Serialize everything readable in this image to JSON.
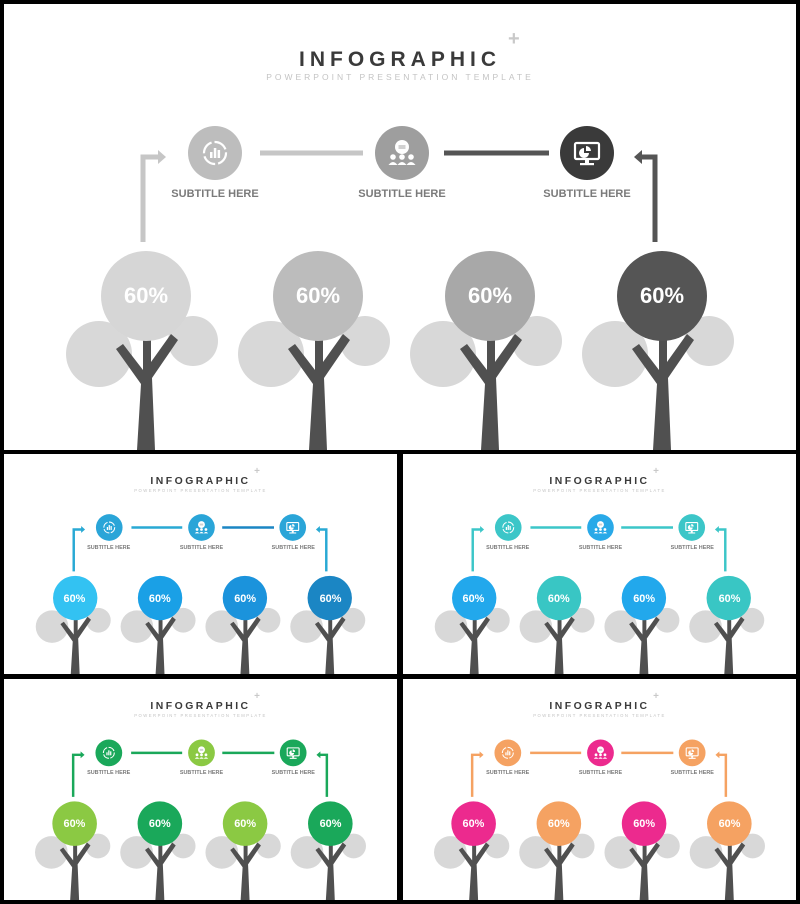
{
  "title": "INFOGRAPHIC",
  "subtitle": "POWERPOINT PRESENTATION TEMPLATE",
  "plus": "+",
  "subtitle_labels": [
    "SUBTITLE HERE",
    "SUBTITLE HERE",
    "SUBTITLE HERE"
  ],
  "icons": [
    "chart-cycle-icon",
    "team-icon",
    "monitor-pie-icon"
  ],
  "tree_values": [
    "60%",
    "60%",
    "60%",
    "60%"
  ],
  "slides": [
    {
      "name": "grayscale",
      "line_colors": [
        "#c6c6c6",
        "#c6c6c6",
        "#555555",
        "#555555"
      ],
      "icon_colors": [
        "#bdbdbd",
        "#9e9e9e",
        "#3a3a3a"
      ],
      "circle_colors": [
        "#d6d6d6",
        "#bcbcbc",
        "#a8a8a8",
        "#555555"
      ]
    },
    {
      "name": "blue",
      "line_colors": [
        "#29a9d4",
        "#29a9d4",
        "#1b86c4",
        "#29a9d4"
      ],
      "icon_colors": [
        "#2aa5d8",
        "#2aa5d8",
        "#2aa5d8"
      ],
      "circle_colors": [
        "#33c2f2",
        "#1aa0e6",
        "#1b93dc",
        "#1b86c4"
      ]
    },
    {
      "name": "teal",
      "line_colors": [
        "#3cc6c8",
        "#3cc6c8",
        "#3cc6c8",
        "#3cc6c8"
      ],
      "icon_colors": [
        "#3cc6c8",
        "#29a9e8",
        "#3cc6c8"
      ],
      "circle_colors": [
        "#22a8ec",
        "#39c6c4",
        "#22a8ec",
        "#39c6c4"
      ]
    },
    {
      "name": "green",
      "line_colors": [
        "#1aa85a",
        "#1aa85a",
        "#1aa85a",
        "#1aa85a"
      ],
      "icon_colors": [
        "#1aa85a",
        "#8bc943",
        "#1aa85a"
      ],
      "circle_colors": [
        "#8bc943",
        "#1aa85a",
        "#8bc943",
        "#1aa85a"
      ]
    },
    {
      "name": "orange-pink",
      "line_colors": [
        "#f5a262",
        "#f5a262",
        "#f5a262",
        "#f5a262"
      ],
      "icon_colors": [
        "#f5a262",
        "#ec2a8e",
        "#f5a262"
      ],
      "circle_colors": [
        "#ec2a8e",
        "#f5a262",
        "#ec2a8e",
        "#f5a262"
      ]
    }
  ]
}
